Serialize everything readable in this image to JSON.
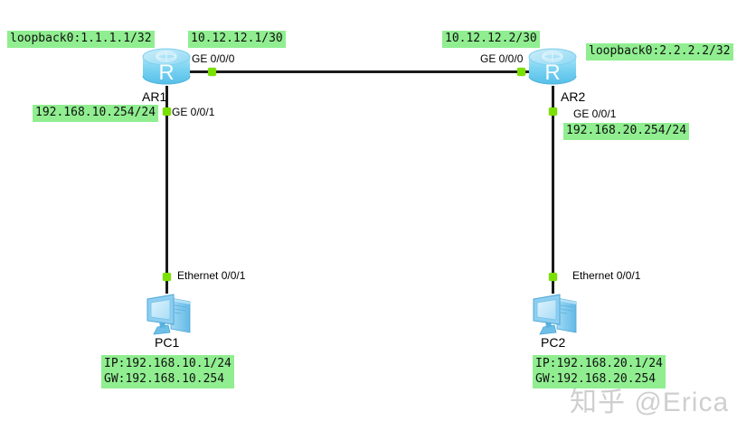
{
  "diagram": {
    "title": "Network topology: two routers (AR1, AR2) connected back-to-back, each with a PC",
    "background_color": "#ffffff",
    "link_color": "#1a1a1a",
    "tag_color": "#90ee90",
    "dot_color": "#7ae000"
  },
  "nodes": {
    "ar1": {
      "name": "AR1",
      "icon": "router-icon",
      "loopback_tag": "loopback0:1.1.1.1/32",
      "wan_tag": "10.12.12.1/30",
      "wan_iface": "GE 0/0/0",
      "lan_tag": "192.168.10.254/24",
      "lan_iface": "GE 0/0/1"
    },
    "ar2": {
      "name": "AR2",
      "icon": "router-icon",
      "loopback_tag": "loopback0:2.2.2.2/32",
      "wan_tag": "10.12.12.2/30",
      "wan_iface": "GE 0/0/0",
      "lan_tag": "192.168.20.254/24",
      "lan_iface": "GE 0/0/1"
    },
    "pc1": {
      "name": "PC1",
      "icon": "pc-icon",
      "iface": "Ethernet 0/0/1",
      "ip_line": "IP:192.168.10.1/24",
      "gw_line": "GW:192.168.10.254"
    },
    "pc2": {
      "name": "PC2",
      "icon": "pc-icon",
      "iface": "Ethernet 0/0/1",
      "ip_line": "IP:192.168.20.1/24",
      "gw_line": "GW:192.168.20.254"
    }
  },
  "watermark": {
    "text": "知乎 @Erica"
  }
}
